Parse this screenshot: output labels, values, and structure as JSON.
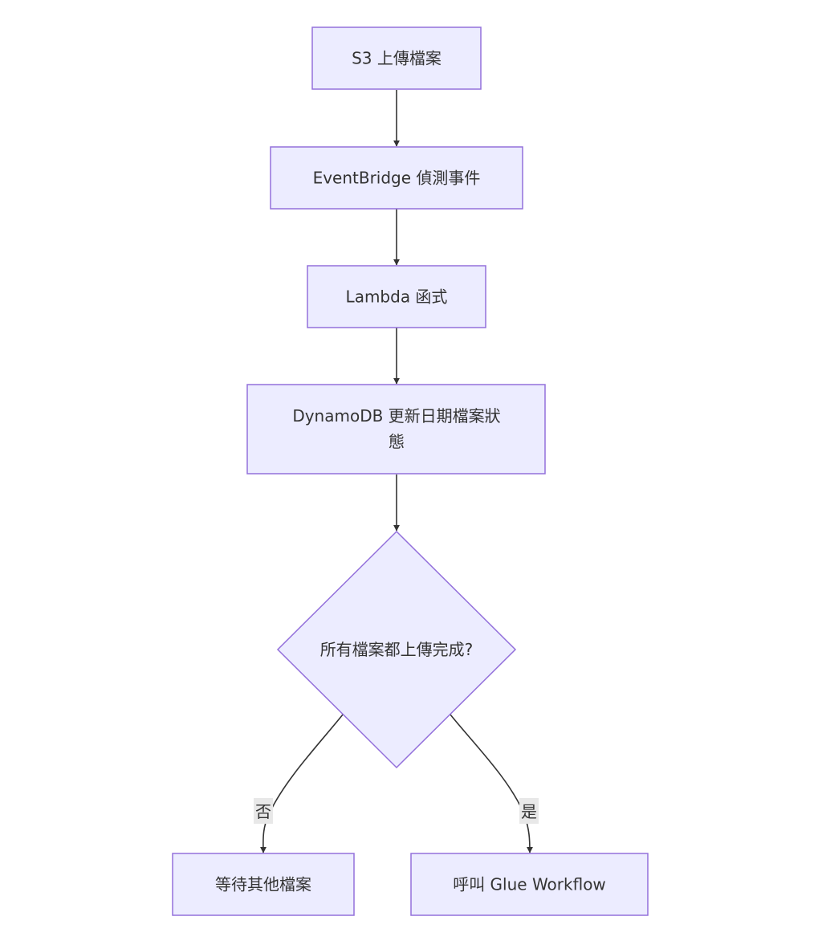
{
  "colors": {
    "node_fill": "#ECECFF",
    "node_stroke": "#9370DB",
    "edge": "#333333",
    "edge_label_bg": "#E8E8E8",
    "text": "#333333"
  },
  "nodes": {
    "s3_upload": "S3 上傳檔案",
    "eventbridge": "EventBridge 偵測事件",
    "lambda": "Lambda 函式",
    "dynamodb_line1": "DynamoDB 更新日期檔案狀",
    "dynamodb_line2": "態",
    "decision": "所有檔案都上傳完成?",
    "wait_other_files": "等待其他檔案",
    "call_glue": "呼叫 Glue Workflow"
  },
  "edges": {
    "no_label": "否",
    "yes_label": "是"
  }
}
